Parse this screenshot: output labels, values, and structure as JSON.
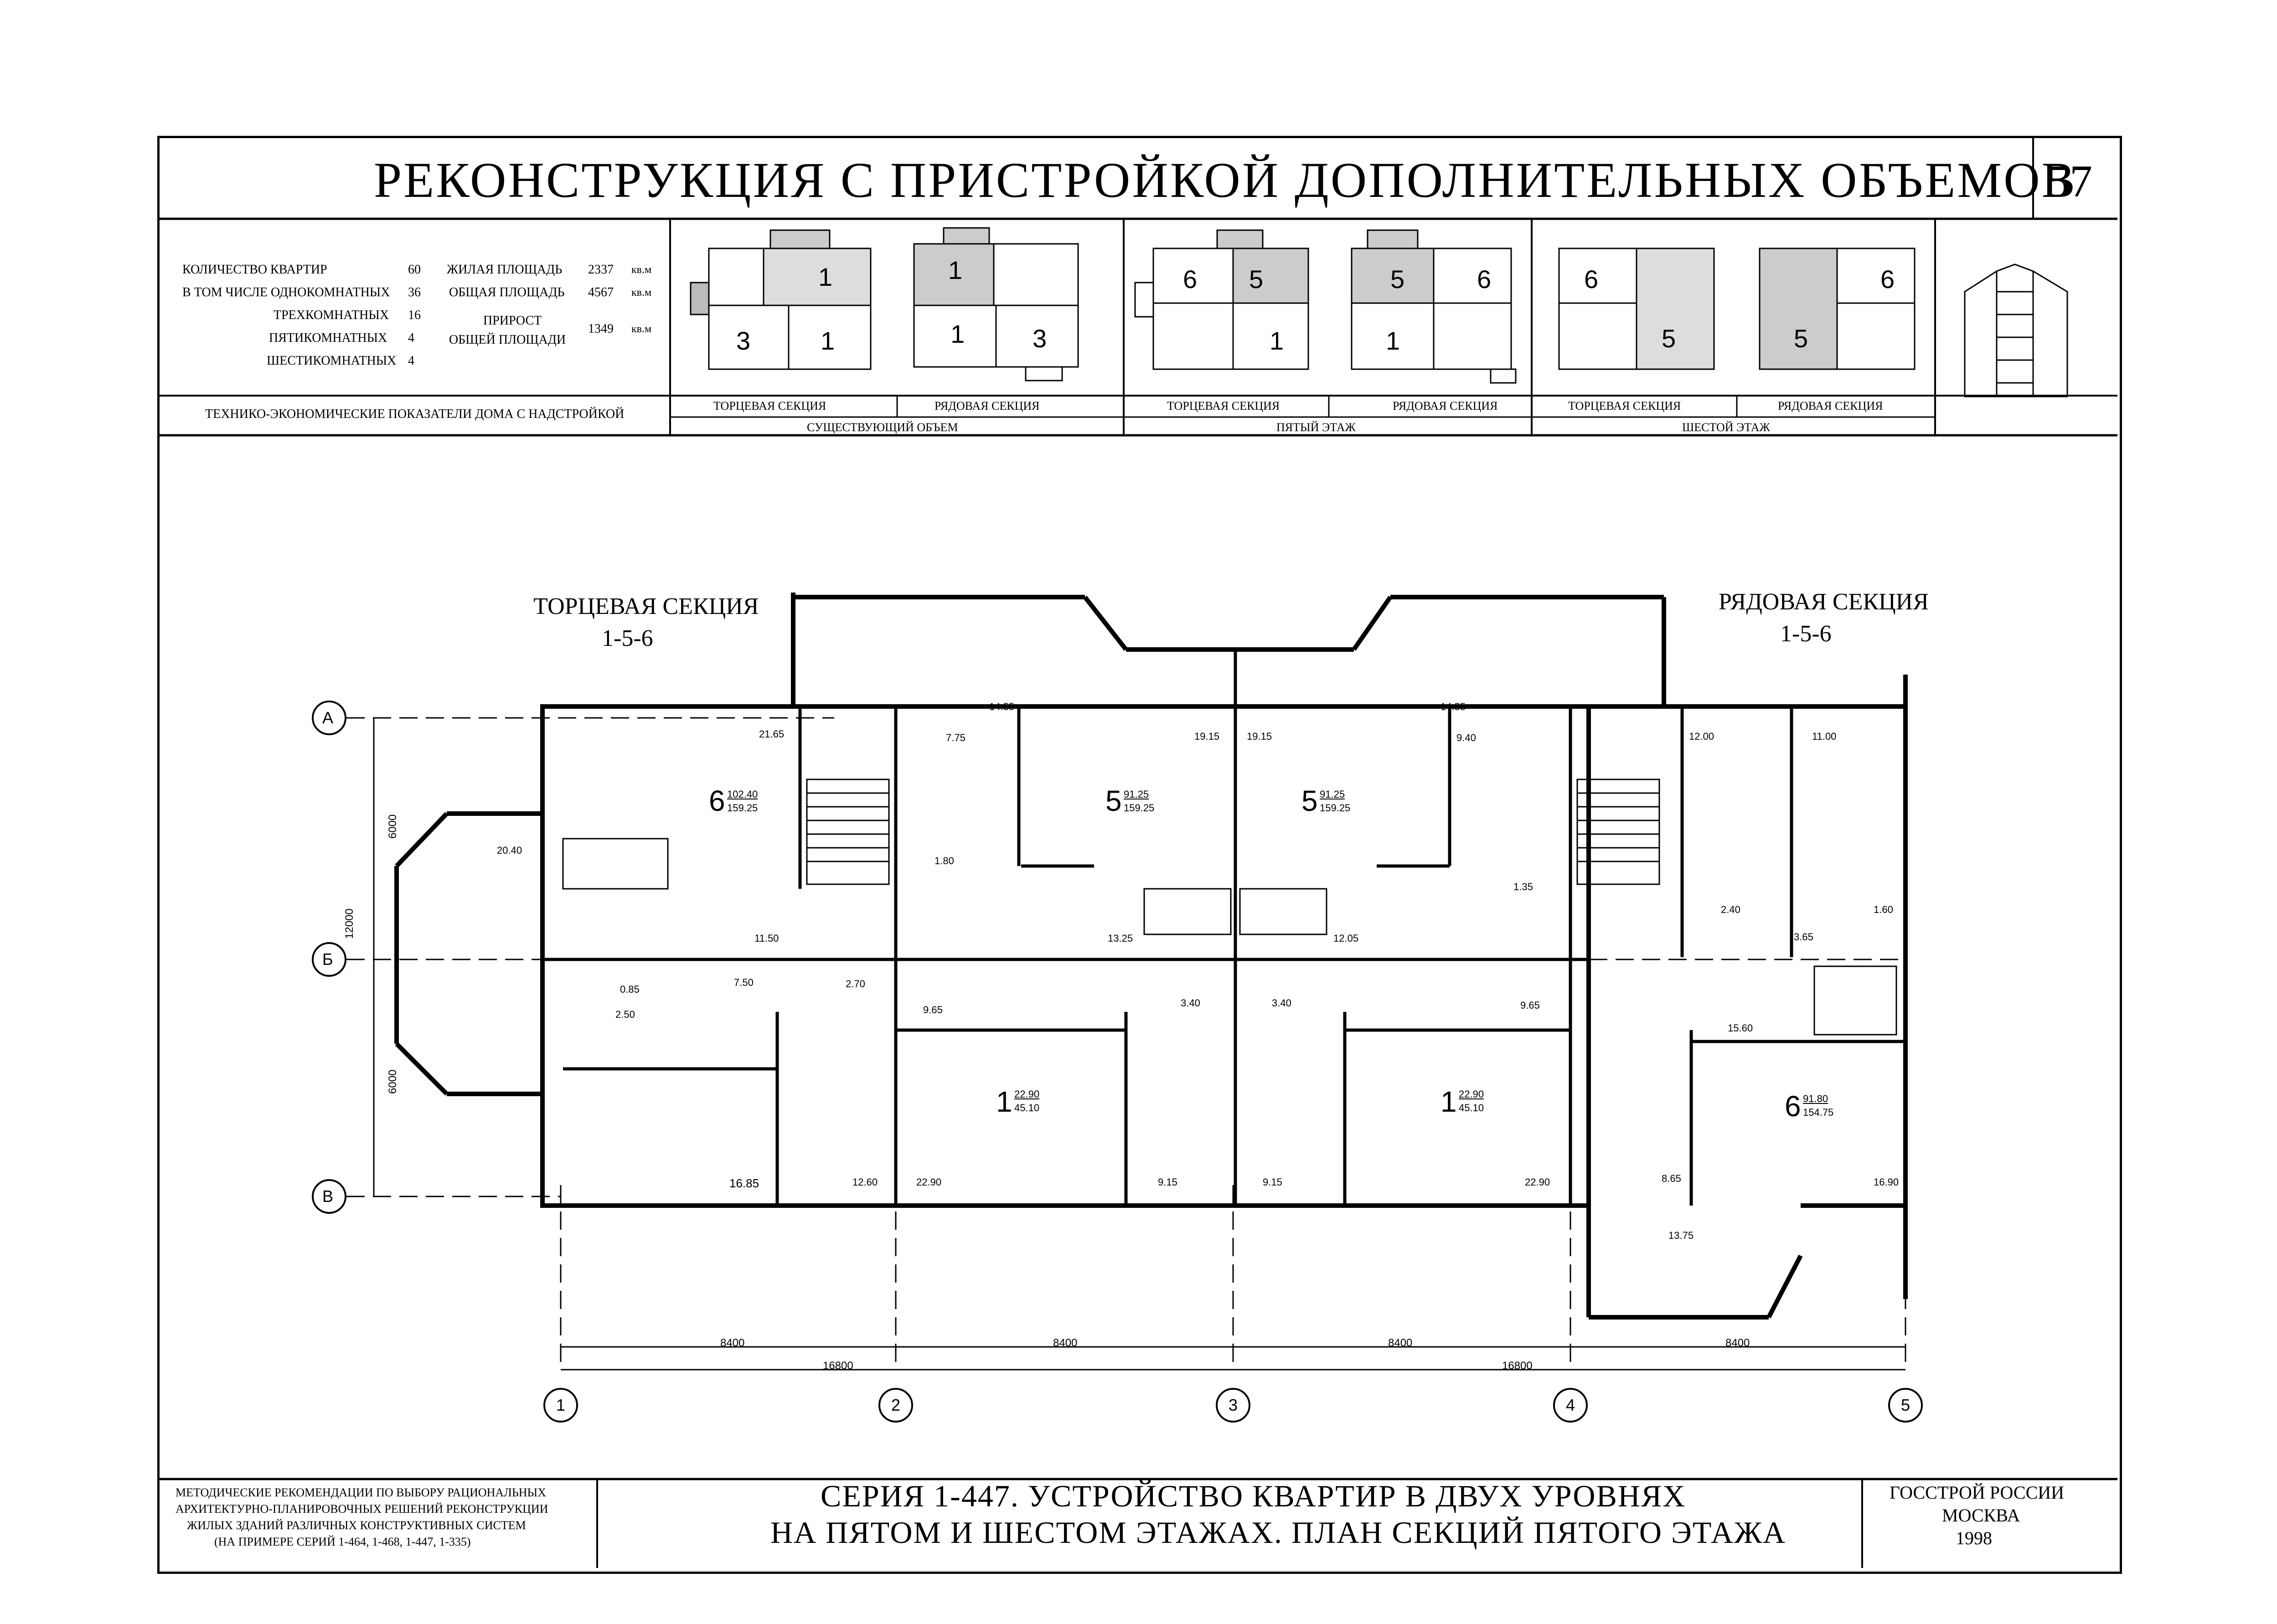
{
  "title": "РЕКОНСТРУКЦИЯ С ПРИСТРОЙКОЙ ДОПОЛНИТЕЛЬНЫХ ОБЪЕМОВ",
  "sheet_number": "57",
  "stats": {
    "left": [
      {
        "label": "КОЛИЧЕСТВО КВАРТИР",
        "value": "60"
      },
      {
        "label": "В ТОМ ЧИСЛЕ ОДНОКОМНАТНЫХ",
        "value": "36"
      },
      {
        "label": "ТРЕХКОМНАТНЫХ",
        "value": "16"
      },
      {
        "label": "ПЯТИКОМНАТНЫХ",
        "value": "4"
      },
      {
        "label": "ШЕСТИКОМНАТНЫХ",
        "value": "4"
      }
    ],
    "right": [
      {
        "label": "ЖИЛАЯ ПЛОЩАДЬ",
        "value": "2337",
        "unit": "кв.м"
      },
      {
        "label": "ОБЩАЯ ПЛОЩАДЬ",
        "value": "4567",
        "unit": "кв.м"
      },
      {
        "label": "ПРИРОСТ",
        "value": "",
        "unit": ""
      },
      {
        "label": "ОБЩЕЙ ПЛОЩАДИ",
        "value": "1349",
        "unit": "кв.м"
      }
    ],
    "caption": "ТЕХНИКО-ЭКОНОМИЧЕСКИЕ ПОКАЗАТЕЛИ ДОМА С НАДСТРОЙКОЙ"
  },
  "schemes": {
    "section_labels": [
      "ТОРЦЕВАЯ СЕКЦИЯ",
      "РЯДОВАЯ СЕКЦИЯ",
      "ТОРЦЕВАЯ СЕКЦИЯ",
      "РЯДОВАЯ СЕКЦИЯ",
      "ТОРЦЕВАЯ СЕКЦИЯ",
      "РЯДОВАЯ СЕКЦИЯ"
    ],
    "group_labels": [
      "СУЩЕСТВУЮЩИЙ ОБЪЕМ",
      "ПЯТЫЙ ЭТАЖ",
      "ШЕСТОЙ ЭТАЖ"
    ],
    "digits": [
      [
        "3",
        "1",
        "1"
      ],
      [
        "1",
        "1",
        "3"
      ],
      [
        "6",
        "5",
        "1"
      ],
      [
        "5",
        "6",
        "1"
      ],
      [
        "6",
        "5"
      ],
      [
        "6",
        "5"
      ]
    ]
  },
  "plan": {
    "section_left": {
      "name": "ТОРЦЕВАЯ СЕКЦИЯ",
      "code": "1-5-6"
    },
    "section_right": {
      "name": "РЯДОВАЯ СЕКЦИЯ",
      "code": "1-5-6"
    },
    "axes_letters": [
      "А",
      "Б",
      "В"
    ],
    "axes_numbers": [
      "1",
      "2",
      "3",
      "4",
      "5"
    ],
    "dims_vertical": [
      "6000",
      "12000",
      "6000"
    ],
    "dims_bottom_small": [
      "8400",
      "8400",
      "8400",
      "8400"
    ],
    "dims_bottom_big": [
      "16800",
      "16800"
    ],
    "apartments": [
      {
        "num": "6",
        "living": "102.40",
        "total": "159.25"
      },
      {
        "num": "5",
        "living": "91.25",
        "total": "159.25"
      },
      {
        "num": "5",
        "living": "91.25",
        "total": "159.25"
      },
      {
        "num": "1",
        "living": "22.90",
        "total": "45.10"
      },
      {
        "num": "1",
        "living": "22.90",
        "total": "45.10"
      },
      {
        "num": "6",
        "living": "91.80",
        "total": "154.75"
      }
    ],
    "room_areas": [
      "21.65",
      "20.40",
      "11.50",
      "14.55",
      "7.75",
      "1.80",
      "19.15",
      "19.15",
      "14.55",
      "9.40",
      "1.35",
      "12.00",
      "11.00",
      "2.40",
      "3.65",
      "1.60",
      "13.25",
      "12.05",
      "0.85",
      "2.50",
      "7.50",
      "2.70",
      "9.65",
      "3.40",
      "3.40",
      "9.65",
      "15.60",
      "16.85",
      "12.60",
      "22.90",
      "9.15",
      "9.15",
      "22.90",
      "8.65",
      "16.90",
      "13.75"
    ]
  },
  "footer": {
    "left_lines": [
      "МЕТОДИЧЕСКИЕ РЕКОМЕНДАЦИИ ПО ВЫБОРУ РАЦИОНАЛЬНЫХ",
      "АРХИТЕКТУРНО-ПЛАНИРОВОЧНЫХ РЕШЕНИЙ РЕКОНСТРУКЦИИ",
      "ЖИЛЫХ ЗДАНИЙ РАЗЛИЧНЫХ КОНСТРУКТИВНЫХ СИСТЕМ",
      "(НА ПРИМЕРЕ СЕРИЙ 1-464, 1-468, 1-447, 1-335)"
    ],
    "title_line1": "СЕРИЯ 1-447. УСТРОЙСТВО КВАРТИР В ДВУХ УРОВНЯХ",
    "title_line2": "НА ПЯТОМ И ШЕСТОМ ЭТАЖАХ. ПЛАН СЕКЦИЙ ПЯТОГО ЭТАЖА",
    "org": "ГОССТРОЙ РОССИИ",
    "city": "МОСКВА",
    "year": "1998"
  }
}
